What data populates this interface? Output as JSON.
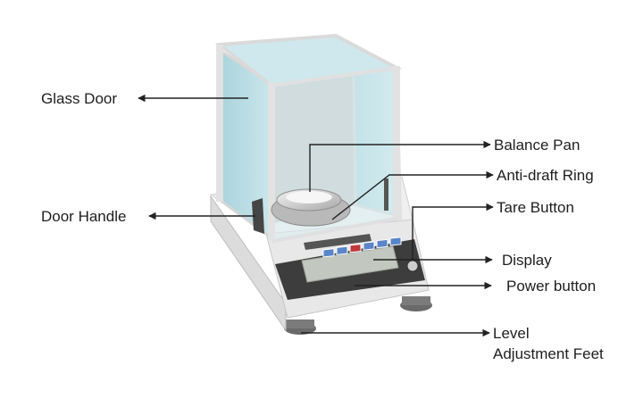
{
  "labels": {
    "glass_door": "Glass Door",
    "door_handle": "Door Handle",
    "balance_pan": "Balance Pan",
    "anti_draft_ring": "Anti-draft Ring",
    "tare_button": "Tare Button",
    "display": "Display",
    "power_button": "Power button",
    "level_adjustment_feet_line1": "Level",
    "level_adjustment_feet_line2": "Adjustment Feet"
  },
  "colors": {
    "glass": "#bfe0e7",
    "frame": "#e6e6e6",
    "body": "#ececec",
    "panel": "#3d3d3d",
    "lcd": "#c2c7bf",
    "button_blue": "#5a86c9",
    "button_red": "#c0393b",
    "line": "#222222"
  }
}
